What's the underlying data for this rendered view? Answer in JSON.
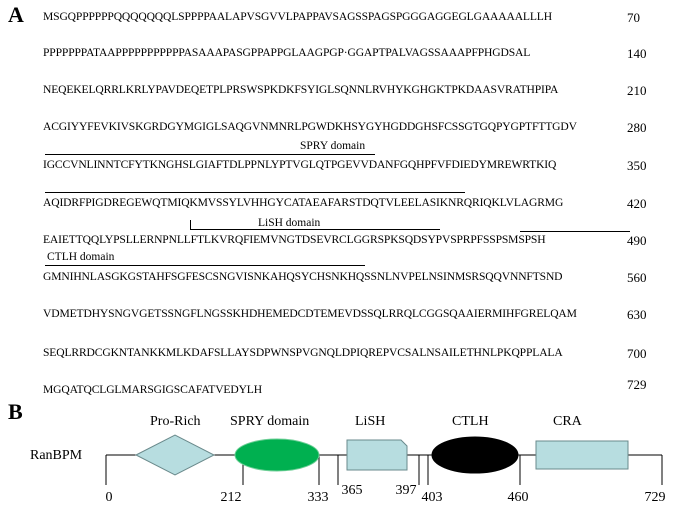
{
  "panel_a": {
    "label": "A",
    "sequence_lines": [
      {
        "text": "MSGQPPPPPPQQQQQQQLSPPPPAALAPVSGVVLPAPPAVSAGSSPAGSPGGGAGGEGLGAAAAALLLH",
        "end": "70"
      },
      {
        "text": "PPPPPPPATAAPPPPPPPPPPPASAAAPASGPPAPPGLAAGPGP·GGAPTPALVAGSSAAAPFPHGDSAL",
        "end": "140"
      },
      {
        "text": "NEQEKELQRRLKRLYPAVDEQETPLPRSWSPKDKFSYIGLSQNNLRVHYKGHGKTPKDAASVRATHPIPA",
        "end": "210"
      },
      {
        "text": "ACGIYYFEVKIVSKGRDGYMGIGLSAQGVNMNRLPGWDKHSYGYHGDDGHSFCSSGTGQPYGPTFTTGDV",
        "end": "280"
      },
      {
        "text": "IGCCVNLINNTCFYTKNGHSLGIAFTDLPPNLYPTVGLQTPGEVVDANFGQHPFVFDIEDYMREWRTKIQ",
        "end": "350"
      },
      {
        "text": "AQIDRFPIGDREGEWQTMIQKMVSSYLVHHGYCATAEAFARSTDQTVLEELASIKNRQRIQKLVLAGRMG",
        "end": "420"
      },
      {
        "text": "EAIETTQQLYPSLLERNPNLLFTLKVRQFIEMVNGTDSEVRCLGGRSPKSQDSYPVSPRPFSSPSMSPSH",
        "end": "490"
      },
      {
        "text": "GMNIHNLASGKGSTAHFSGFESCSNGVISNKAHQSYCHSNKHQSSNLNVPELNSINMSRSQQVNNFTSND",
        "end": "560"
      },
      {
        "text": "VDMETDHYSNGVGETSSNGFLNGSSKHDHEMEDCDTEMEVDSSQLRRQLCGGSQAAIERMIHFGRELQAM",
        "end": "630"
      },
      {
        "text": "SEQLRRDCGKNTANKKMLKDAFSLLAYSDPWNSPVGNQLDPIQREPVCSALNSAILETHNLPKQPPLALA",
        "end": "700"
      },
      {
        "text": "MGQATQCLGLMARSGIGSCAFATVEDYLH",
        "end": "729"
      }
    ],
    "domain_labels": {
      "spry": "SPRY domain",
      "lish": "LiSH domain",
      "ctlh": "CTLH domain"
    }
  },
  "panel_b": {
    "label": "B",
    "protein_name": "RanBPM",
    "domains": [
      {
        "name": "Pro-Rich",
        "shape": "diamond",
        "color": "#b7dde0"
      },
      {
        "name": "SPRY domain",
        "shape": "ellipse",
        "color": "#00b050"
      },
      {
        "name": "LiSH",
        "shape": "box",
        "color": "#b7dde0"
      },
      {
        "name": "CTLH",
        "shape": "ellipse",
        "color": "#000000"
      },
      {
        "name": "CRA",
        "shape": "box",
        "color": "#b7dde0"
      }
    ],
    "positions": [
      "0",
      "212",
      "333",
      "365",
      "397",
      "403",
      "460",
      "729"
    ]
  }
}
